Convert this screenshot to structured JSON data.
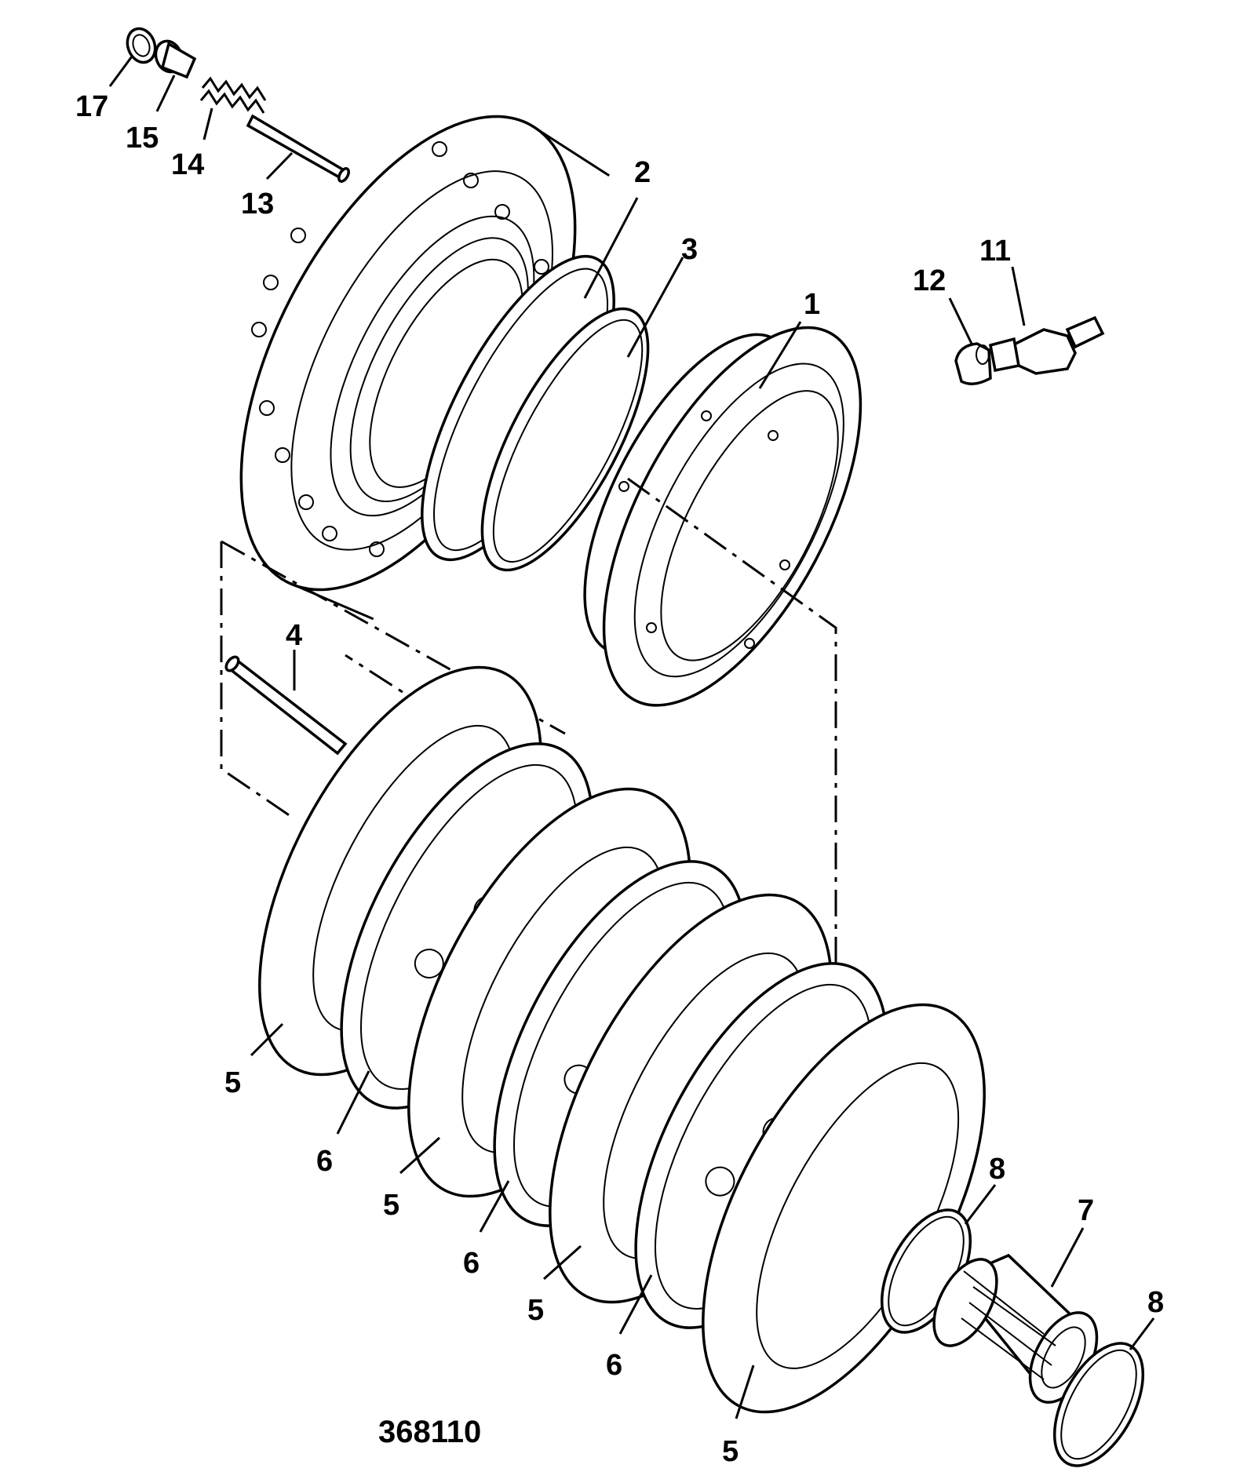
{
  "callouts": {
    "c17": "17",
    "c15": "15",
    "c14": "14",
    "c13": "13",
    "c2": "2",
    "c3": "3",
    "c1": "1",
    "c11": "11",
    "c12": "12",
    "c4": "4",
    "c5a": "5",
    "c6a": "6",
    "c5b": "5",
    "c6b": "6",
    "c5c": "5",
    "c6c": "6",
    "c5d": "5",
    "c8a": "8",
    "c7": "7",
    "c8b": "8"
  },
  "reference_number": "368110"
}
